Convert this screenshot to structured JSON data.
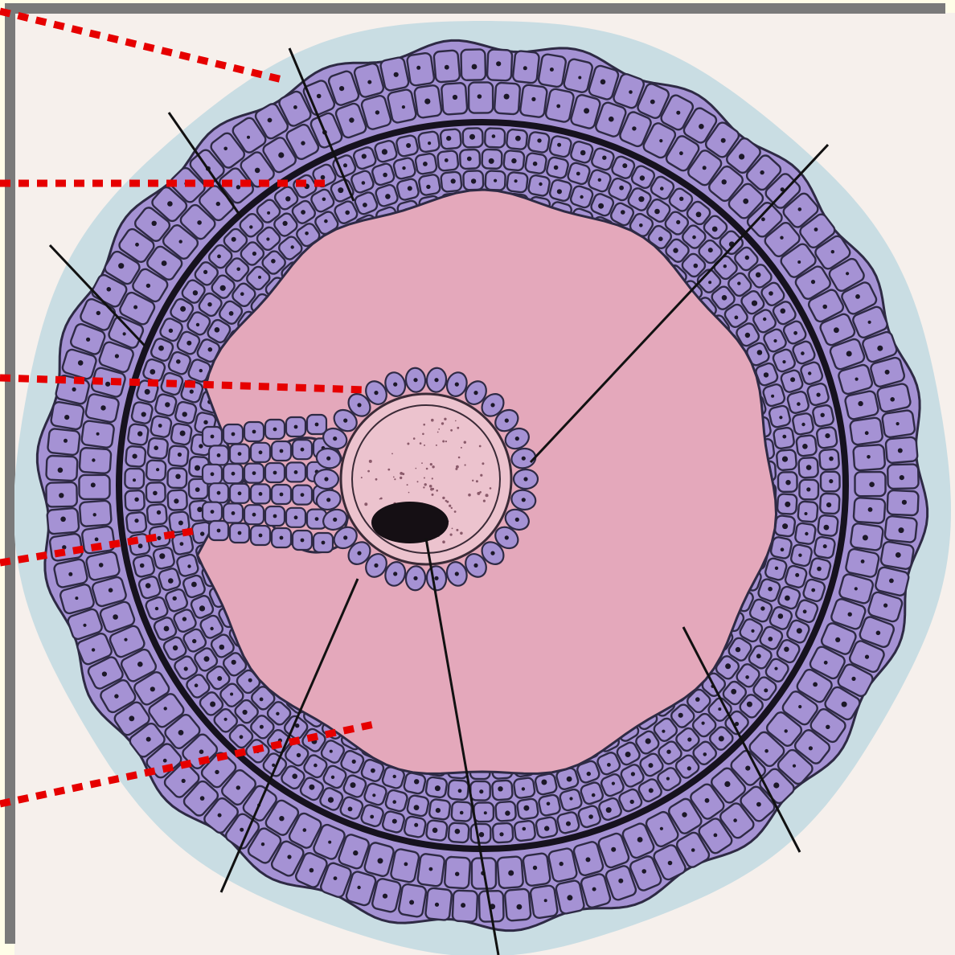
{
  "figure": {
    "colors": {
      "page_background": "#fffde8",
      "panel_background": "#f6f0ec",
      "frame": "#7a7a7a",
      "theca_halo": "#c9dde3",
      "granulosa_cell": "#a592d4",
      "cell_outline": "#2e2a44",
      "nucleus": "#1c1828",
      "antrum_fluid": "#e4a8bb",
      "oocyte": "#ecc3ce",
      "basement_membrane": "#16121e",
      "oocyte_nucleus": "#150f14",
      "label_line": "#111111",
      "pointer_dotted": "#e60000"
    },
    "pointers": [
      {
        "name": "pointer-1",
        "target": "theca-externa"
      },
      {
        "name": "pointer-2",
        "target": "granulosa-layer"
      },
      {
        "name": "pointer-3",
        "target": "corona-radiata"
      },
      {
        "name": "pointer-4",
        "target": "cumulus-oophorus"
      },
      {
        "name": "pointer-5",
        "target": "antrum"
      }
    ],
    "leader_lines": [
      {
        "name": "leader-line-top-left"
      },
      {
        "name": "leader-line-upper-left"
      },
      {
        "name": "leader-line-left"
      },
      {
        "name": "leader-line-top-right"
      },
      {
        "name": "leader-line-zona"
      },
      {
        "name": "leader-line-oocyte-nucleus"
      },
      {
        "name": "leader-line-lower-right"
      }
    ]
  }
}
